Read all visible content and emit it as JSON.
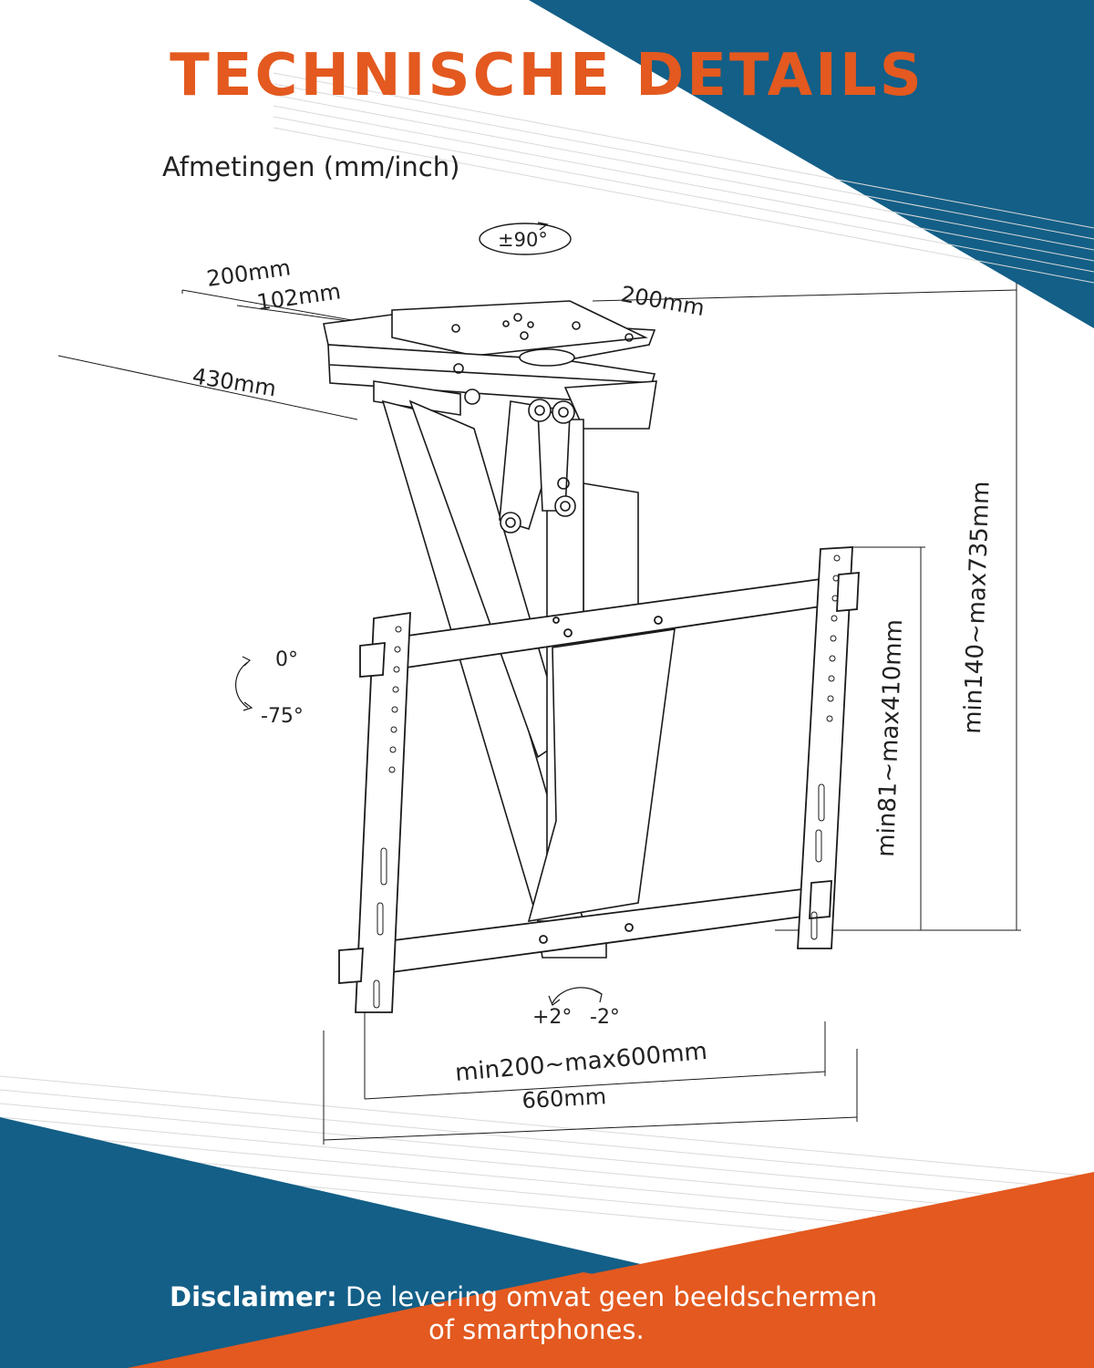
{
  "title": "TECHNISCHE DETAILS",
  "subtitle": "Afmetingen (mm/inch)",
  "dimensions": {
    "rotation_top": "±90°",
    "plate_width": "200mm",
    "plate_hole": "102mm",
    "plate_depth": "200mm",
    "base_length": "430mm",
    "height_range": "min140~max735mm",
    "vertical_vesa": "min81~max410mm",
    "horizontal_vesa": "min200~max600mm",
    "total_width": "660mm",
    "tilt_top": "0°",
    "tilt_bottom": "-75°",
    "level_plus": "+2°",
    "level_minus": "-2°"
  },
  "disclaimer": {
    "label": "Disclaimer:",
    "line1": " De levering omvat geen beeldschermen",
    "line2": "of smartphones."
  },
  "colors": {
    "accent_orange": "#e3591f",
    "accent_blue": "#135f87",
    "line_dark": "#1a1a1a"
  }
}
